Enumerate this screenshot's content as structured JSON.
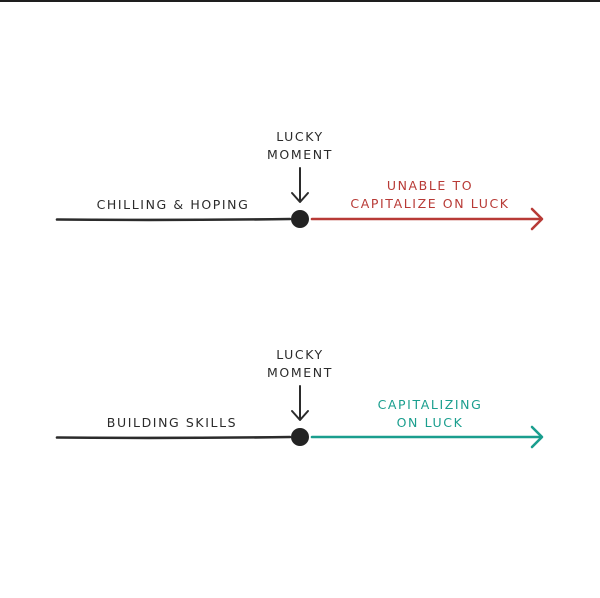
{
  "colors": {
    "ink": "#2b2b2b",
    "bad_outcome": "#b83a36",
    "good_outcome": "#1a9e8e"
  },
  "timelines": [
    {
      "lucky_label": [
        "LUCKY",
        "MOMENT"
      ],
      "before_label": "CHILLING & HOPING",
      "after_label": [
        "UNABLE TO",
        "CAPITALIZE ON LUCK"
      ]
    },
    {
      "lucky_label": [
        "LUCKY",
        "MOMENT"
      ],
      "before_label": "BUILDING SKILLS",
      "after_label": [
        "CAPITALIZING",
        "ON LUCK"
      ]
    }
  ]
}
